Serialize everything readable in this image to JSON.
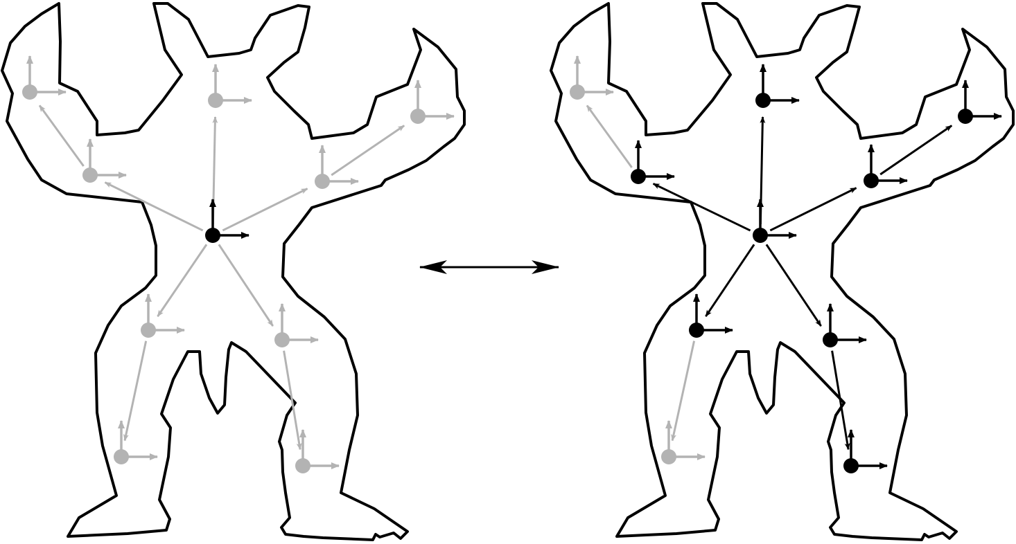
{
  "colors": {
    "active": "#000000",
    "inactive": "#b3b3b3",
    "background": "#ffffff"
  },
  "figures": [
    {
      "name": "left-figure",
      "root_joint": "root",
      "joints": [
        {
          "id": "root",
          "state": "active"
        },
        {
          "id": "head",
          "state": "inactive"
        },
        {
          "id": "left-shoulder",
          "state": "inactive"
        },
        {
          "id": "left-hand",
          "state": "inactive"
        },
        {
          "id": "right-shoulder",
          "state": "inactive"
        },
        {
          "id": "right-hand",
          "state": "inactive"
        },
        {
          "id": "left-hip",
          "state": "inactive"
        },
        {
          "id": "left-foot",
          "state": "inactive"
        },
        {
          "id": "right-hip",
          "state": "inactive"
        },
        {
          "id": "right-foot",
          "state": "inactive"
        }
      ],
      "bones": [
        {
          "from": "root",
          "to": "head",
          "state": "inactive"
        },
        {
          "from": "root",
          "to": "left-shoulder",
          "state": "inactive"
        },
        {
          "from": "left-shoulder",
          "to": "left-hand",
          "state": "inactive"
        },
        {
          "from": "root",
          "to": "right-shoulder",
          "state": "inactive"
        },
        {
          "from": "right-shoulder",
          "to": "right-hand",
          "state": "inactive"
        },
        {
          "from": "root",
          "to": "left-hip",
          "state": "inactive"
        },
        {
          "from": "left-hip",
          "to": "left-foot",
          "state": "inactive"
        },
        {
          "from": "root",
          "to": "right-hip",
          "state": "inactive"
        },
        {
          "from": "right-hip",
          "to": "right-foot",
          "state": "inactive"
        }
      ]
    },
    {
      "name": "right-figure",
      "root_joint": "root",
      "joints": [
        {
          "id": "root",
          "state": "active"
        },
        {
          "id": "head",
          "state": "active"
        },
        {
          "id": "left-shoulder",
          "state": "active"
        },
        {
          "id": "left-hand",
          "state": "inactive"
        },
        {
          "id": "right-shoulder",
          "state": "active"
        },
        {
          "id": "right-hand",
          "state": "active"
        },
        {
          "id": "left-hip",
          "state": "active"
        },
        {
          "id": "left-foot",
          "state": "inactive"
        },
        {
          "id": "right-hip",
          "state": "active"
        },
        {
          "id": "right-foot",
          "state": "active"
        }
      ],
      "bones": [
        {
          "from": "root",
          "to": "head",
          "state": "active"
        },
        {
          "from": "root",
          "to": "left-shoulder",
          "state": "active"
        },
        {
          "from": "left-shoulder",
          "to": "left-hand",
          "state": "inactive"
        },
        {
          "from": "root",
          "to": "right-shoulder",
          "state": "active"
        },
        {
          "from": "right-shoulder",
          "to": "right-hand",
          "state": "active"
        },
        {
          "from": "root",
          "to": "left-hip",
          "state": "active"
        },
        {
          "from": "left-hip",
          "to": "left-foot",
          "state": "inactive"
        },
        {
          "from": "root",
          "to": "right-hip",
          "state": "active"
        },
        {
          "from": "right-hip",
          "to": "right-foot",
          "state": "active"
        }
      ]
    }
  ],
  "connector": {
    "type": "double-arrow",
    "state": "active"
  }
}
